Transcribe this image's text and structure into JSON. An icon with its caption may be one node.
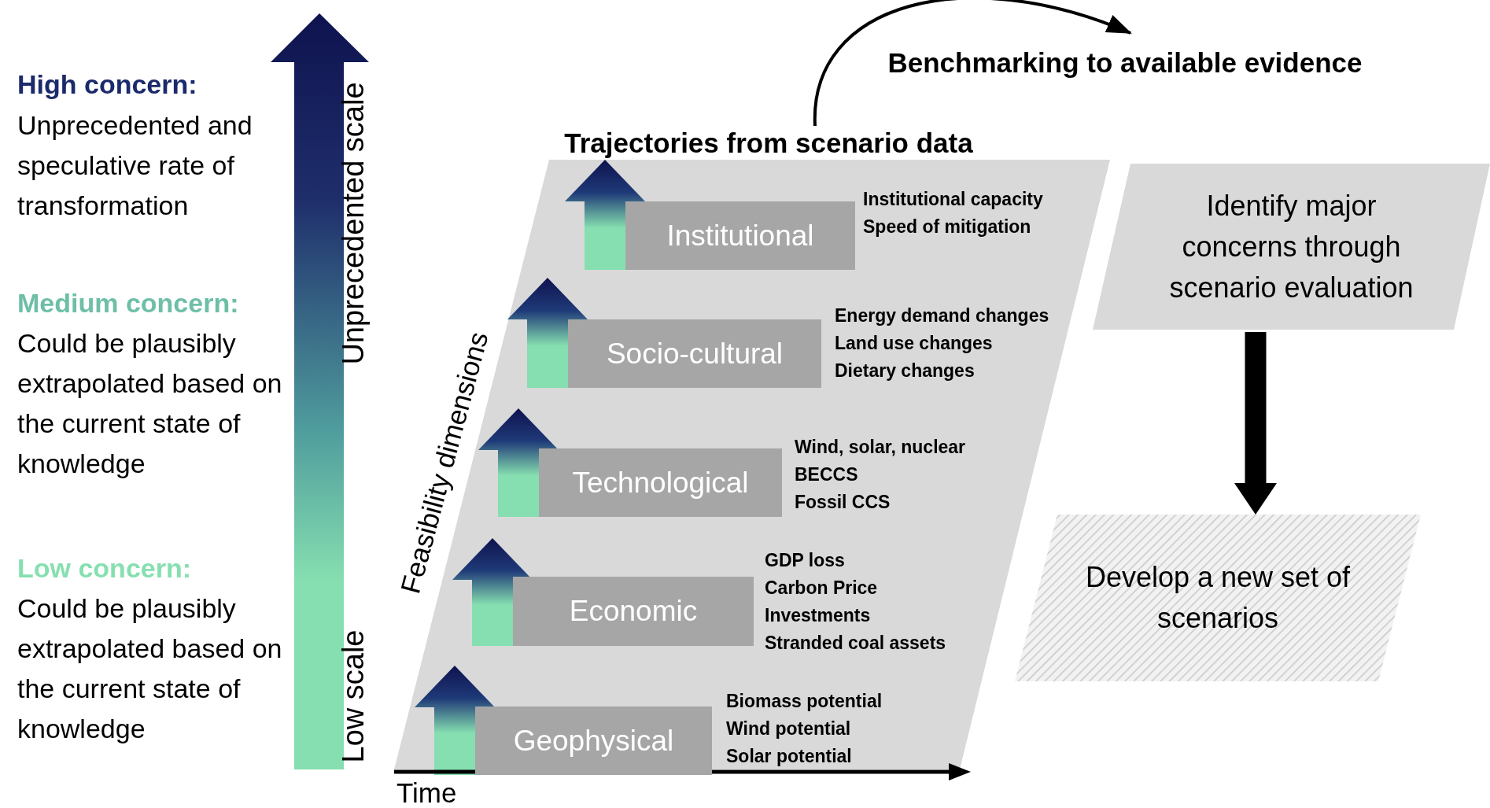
{
  "diagram": {
    "nodes": [
      {
        "text": [
          "Trajectories from scenario data"
        ]
      },
      {
        "text": [
          "Institutional"
        ],
        "in": 0,
        "beside": [
          "Institutional capacity",
          "Speed of mitigation"
        ]
      },
      {
        "text": [
          "Socio-cultural"
        ],
        "in": 0,
        "beside": [
          "Energy demand changes",
          "Land use changes",
          "Dietary changes"
        ]
      },
      {
        "text": [
          "Technological"
        ],
        "in": 0,
        "beside": [
          "Wind, solar, nuclear",
          "BECCS",
          "Fossil CCS"
        ]
      },
      {
        "text": [
          "Economic"
        ],
        "in": 0,
        "beside": [
          "GDP loss",
          "Carbon Price",
          "Investments",
          "Stranded coal assets"
        ]
      },
      {
        "text": [
          "Geophysical"
        ],
        "in": 0,
        "beside": [
          "Biomass potential",
          "Wind potential",
          "Solar potential"
        ]
      },
      {
        "text": [
          "Identify major concerns through scenario evaluation"
        ]
      },
      {
        "text": [
          "Develop a new set of scenarios"
        ]
      },
      {
        "text": [
          "Benchmarking to available evidence"
        ]
      }
    ],
    "edges": [
      {
        "from": 0,
        "to": 8,
        "arrow": "to"
      },
      {
        "from": 6,
        "to": 7,
        "arrow": "to",
        "style": "thick"
      }
    ],
    "labels": [
      "High concern:",
      "Unprecedented and speculative rate of transformation",
      "Medium concern:",
      "Could be plausibly extrapolated based on the current state of knowledge",
      "Low concern:",
      "Could be plausibly extrapolated based on the current state of knowledge",
      "Unprecedented scale",
      "Low scale",
      "Feasibility dimensions",
      "Time"
    ]
  }
}
